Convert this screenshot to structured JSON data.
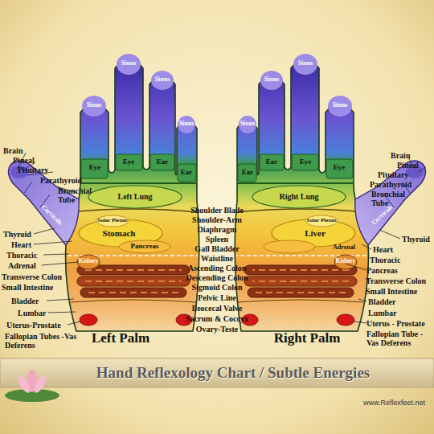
{
  "diagram": {
    "title": "Hand Reflexology Chart / Subtle Energies",
    "labels": [
      "Sinus",
      "Sinus",
      "Sinus",
      "Sinus",
      "Sinus",
      "Sinus",
      "Sinus",
      "Sinus",
      "Brain",
      "Pineal",
      "Pituitary",
      "Parathyroid",
      "Bronchial Tube",
      "Cervicals",
      "Eye",
      "Eye",
      "Ear",
      "Ear",
      "Left Lung",
      "Solar Plexus",
      "Stomach",
      "Pancreas",
      "Kidney",
      "Thyroid",
      "Heart",
      "Thoracic",
      "Adrenal",
      "Transverse Colon",
      "Small Intestine",
      "Bladder",
      "Lumbar",
      "Uterus-Prostate",
      "Fallopian Tubes -Vas Deferens",
      "Shoulder Blade",
      "Shoulder-Arm",
      "Diaphragm",
      "Spleen",
      "Gall Bladder",
      "Waistline",
      "Ascending Colon",
      "Descending Colon",
      "Sigmoid Colon",
      "Pelvic Line",
      "Ileocecal Valve",
      "Sacrum & Coccyx",
      "Ovary-Teste",
      "Ear",
      "Ear",
      "Eye",
      "Eye",
      "Right Lung",
      "Solar Plexus",
      "Liver",
      "Kidney",
      "Adrenal",
      "Brain",
      "Pineal",
      "Pituitary",
      "Parathyroid",
      "Bronchial Tube",
      "Cervicals",
      "Thyroid",
      "Heart",
      "Thoracic",
      "Pancreas",
      "Transverse Colon",
      "Small Intestine",
      "Bladder",
      "Lumbar",
      "Uterus - Prostate",
      "Fallopian Tube - Vas Deferens",
      "Left Palm",
      "Right Palm",
      "www.Reflexfeet.net"
    ]
  }
}
